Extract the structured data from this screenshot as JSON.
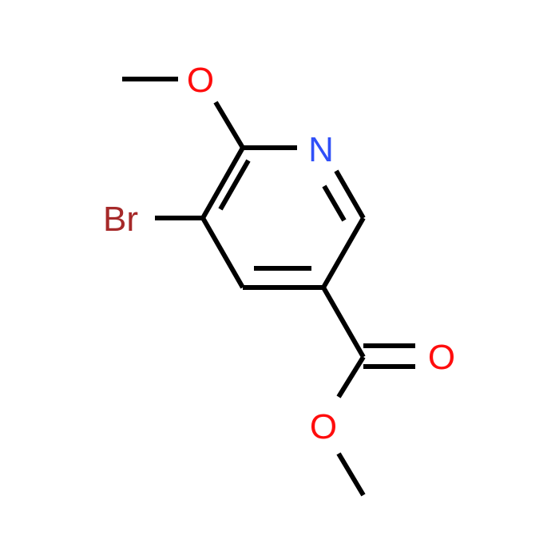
{
  "atoms": {
    "methoxy_o": {
      "label": "O",
      "color": "#ff0d0d"
    },
    "ring_n": {
      "label": "N",
      "color": "#3050f8"
    },
    "br": {
      "label": "Br",
      "color": "#a62929"
    },
    "carbonyl_o": {
      "label": "O",
      "color": "#ff0d0d"
    },
    "ester_o": {
      "label": "O",
      "color": "#ff0d0d"
    }
  },
  "bond_color": "#000000",
  "background": "#ffffff"
}
